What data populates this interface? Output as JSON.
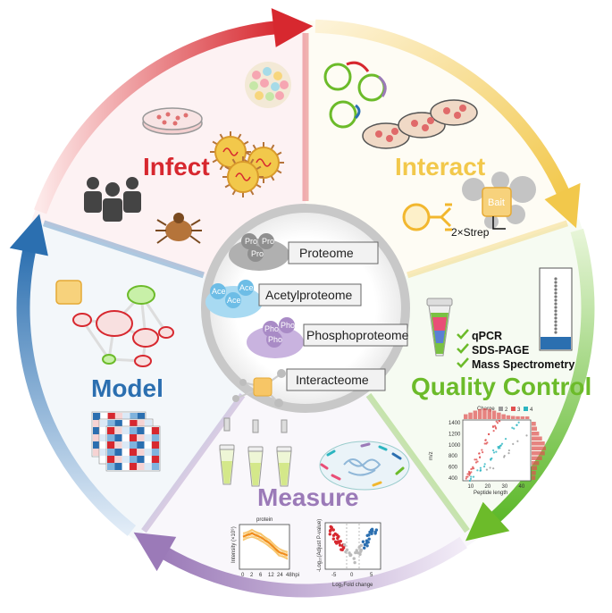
{
  "segments": {
    "infect": {
      "label": "Infect",
      "color": "#d7282f"
    },
    "interact": {
      "label": "Interact",
      "color": "#f2c84b"
    },
    "quality_control": {
      "label": "Quality Control",
      "color": "#6cbb2a"
    },
    "measure": {
      "label": "Measure",
      "color": "#9b7ab8"
    },
    "model": {
      "label": "Model",
      "color": "#2b6fb0"
    }
  },
  "center": {
    "proteome": {
      "label": "Proteome",
      "bubble": "Pro",
      "color": "#9a9a9a"
    },
    "acetylproteome": {
      "label": "Acetylproteome",
      "bubble": "Ace",
      "color": "#6dbde6"
    },
    "phosphoproteome": {
      "label": "Phosphoproteome",
      "bubble": "Pho",
      "color": "#a98bc6"
    },
    "interacteome": {
      "label": "Interacteome",
      "color": "#f7c666"
    }
  },
  "interact_panel": {
    "bait": "Bait",
    "tag": "2×Strep"
  },
  "qc_checklist": [
    "qPCR",
    "SDS-PAGE",
    "Mass Spectrometry"
  ],
  "qc_plot": {
    "legend_title": "Charge",
    "charges": [
      "2",
      "3",
      "4"
    ],
    "xlabel": "Peptide length",
    "ylabel": "m/z",
    "x_ticks": [
      "10",
      "20",
      "30",
      "40"
    ],
    "y_ticks": [
      "400",
      "600",
      "800",
      "1000",
      "1200",
      "1400"
    ]
  },
  "measure_line_plot": {
    "title": "protein",
    "ylabel": "Intensity (×10⁹)",
    "xlabel": "hpi",
    "x_ticks": [
      "0",
      "2",
      "6",
      "12",
      "24",
      "48"
    ]
  },
  "measure_volcano": {
    "ylabel": "-Log₁₀(Adjust P-value)",
    "xlabel": "Log₂Fold change",
    "x_ticks": [
      "-5",
      "0",
      "5"
    ]
  }
}
